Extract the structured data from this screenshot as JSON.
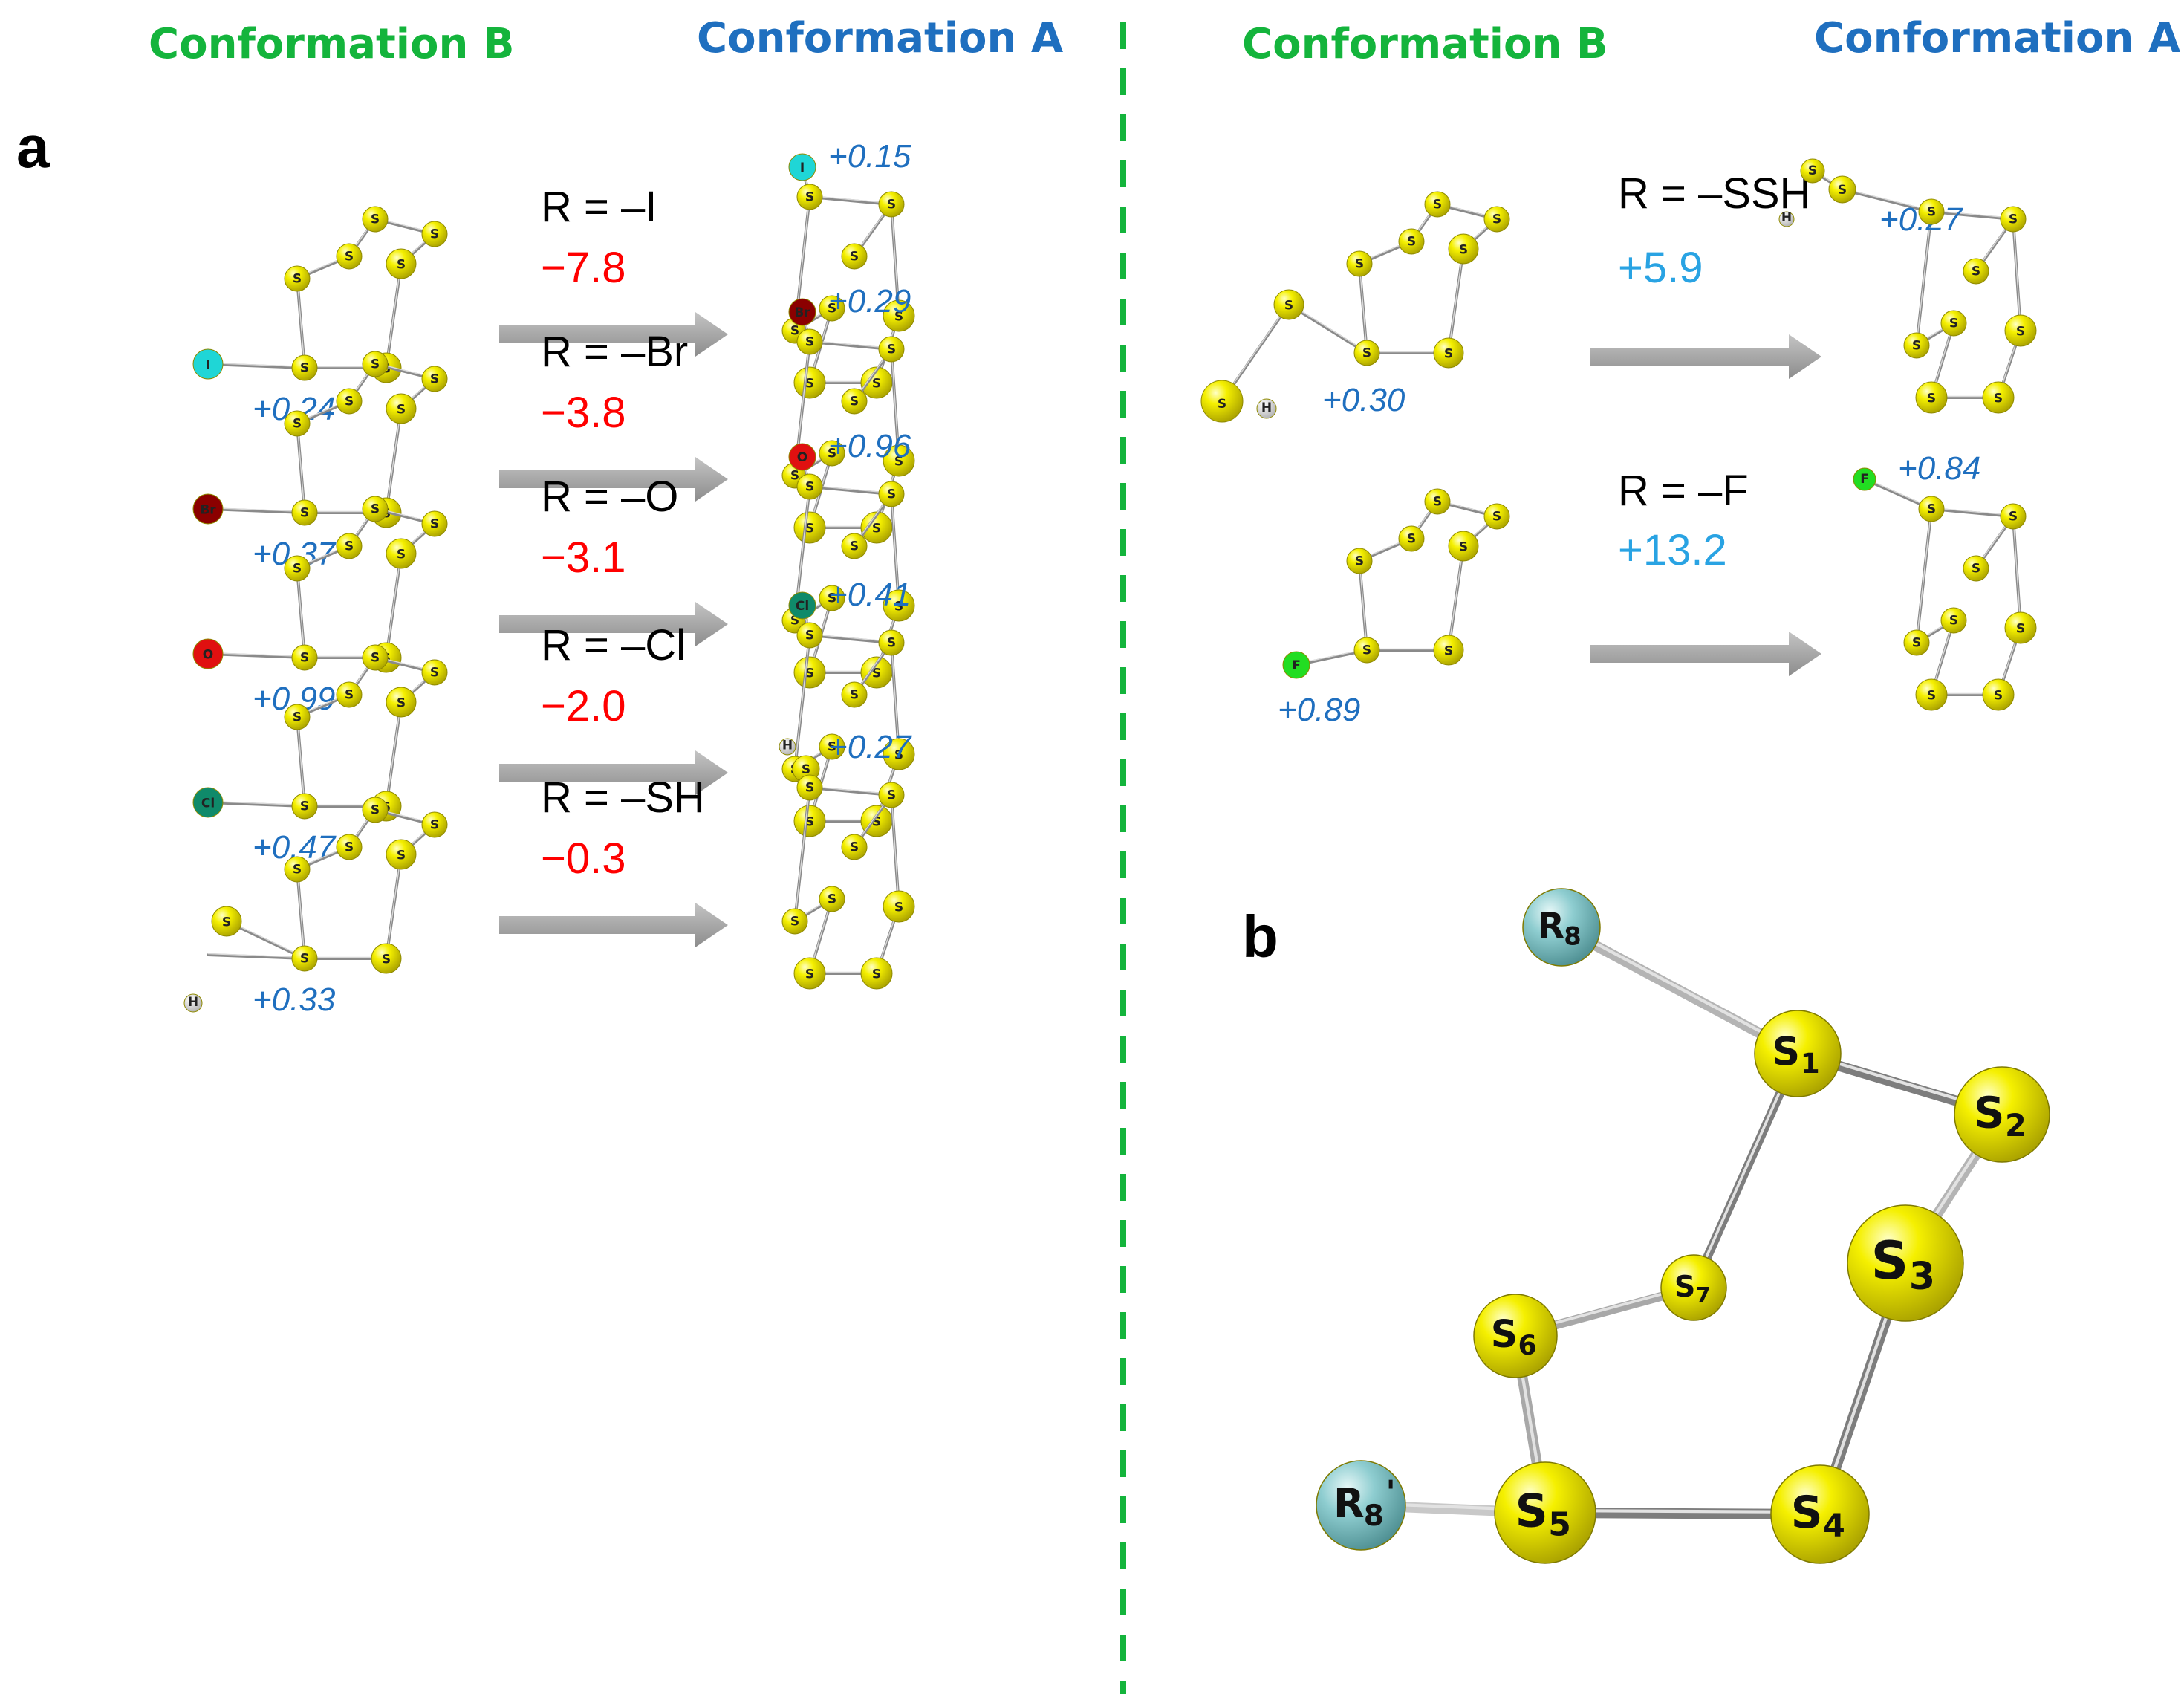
{
  "headers": {
    "left_b": "Conformation B",
    "left_a": "Conformation A",
    "right_b": "Conformation B",
    "right_a": "Conformation A",
    "green": "#14b43c",
    "blue": "#1f6fbf"
  },
  "panels": {
    "a": "a",
    "b": "b"
  },
  "colors": {
    "sulfur": "#f5f000",
    "divider": "#14b43c",
    "arrow": "#a6a6a6",
    "negative": "#ff0000",
    "positive": "#29a3e3",
    "charge": "#1f6fbf",
    "substituent_b": "#8ecdd0"
  },
  "atom_label": "S",
  "hydrogen_label": "H",
  "reactions": [
    {
      "r": "R = –I",
      "e": "−7.8",
      "sign": "neg",
      "cb": "+0.24",
      "ca": "+0.15",
      "sub": "I",
      "sub_color": "#1fd6d6",
      "sub_name": "iodine-atom"
    },
    {
      "r": "R = –Br",
      "e": "−3.8",
      "sign": "neg",
      "cb": "+0.37",
      "ca": "+0.29",
      "sub": "Br",
      "sub_color": "#8b0000",
      "sub_name": "bromine-atom"
    },
    {
      "r": "R = –O",
      "e": "−3.1",
      "sign": "neg",
      "cb": "+0.99",
      "ca": "+0.96",
      "sub": "O",
      "sub_color": "#e01010",
      "sub_name": "oxygen-atom"
    },
    {
      "r": "R = –Cl",
      "e": "−2.0",
      "sign": "neg",
      "cb": "+0.47",
      "ca": "+0.41",
      "sub": "Cl",
      "sub_color": "#0f8a6a",
      "sub_name": "chlorine-atom"
    },
    {
      "r": "R = –SH",
      "e": "−0.3",
      "sign": "neg",
      "cb": "+0.33",
      "ca": "+0.27",
      "sub": "SH",
      "sub_color": "#f5f000",
      "sub_name": "sh-group"
    },
    {
      "r": "R = –SSH",
      "e": "+5.9",
      "sign": "pos",
      "cb": "+0.30",
      "ca": "+0.27",
      "sub": "SSH",
      "sub_color": "#f5f000",
      "sub_name": "ssh-group"
    },
    {
      "r": "R = –F",
      "e": "+13.2",
      "sign": "pos",
      "cb": "+0.89",
      "ca": "+0.84",
      "sub": "F",
      "sub_color": "#22dd22",
      "sub_name": "fluorine-atom"
    }
  ],
  "panel_b": {
    "r8": "R",
    "r8_sub": "8",
    "r8p": "R",
    "r8p_sub": "8",
    "prime": "'",
    "atoms": [
      {
        "s": "S",
        "n": "1"
      },
      {
        "s": "S",
        "n": "2"
      },
      {
        "s": "S",
        "n": "3"
      },
      {
        "s": "S",
        "n": "4"
      },
      {
        "s": "S",
        "n": "5"
      },
      {
        "s": "S",
        "n": "6"
      },
      {
        "s": "S",
        "n": "7"
      }
    ]
  }
}
